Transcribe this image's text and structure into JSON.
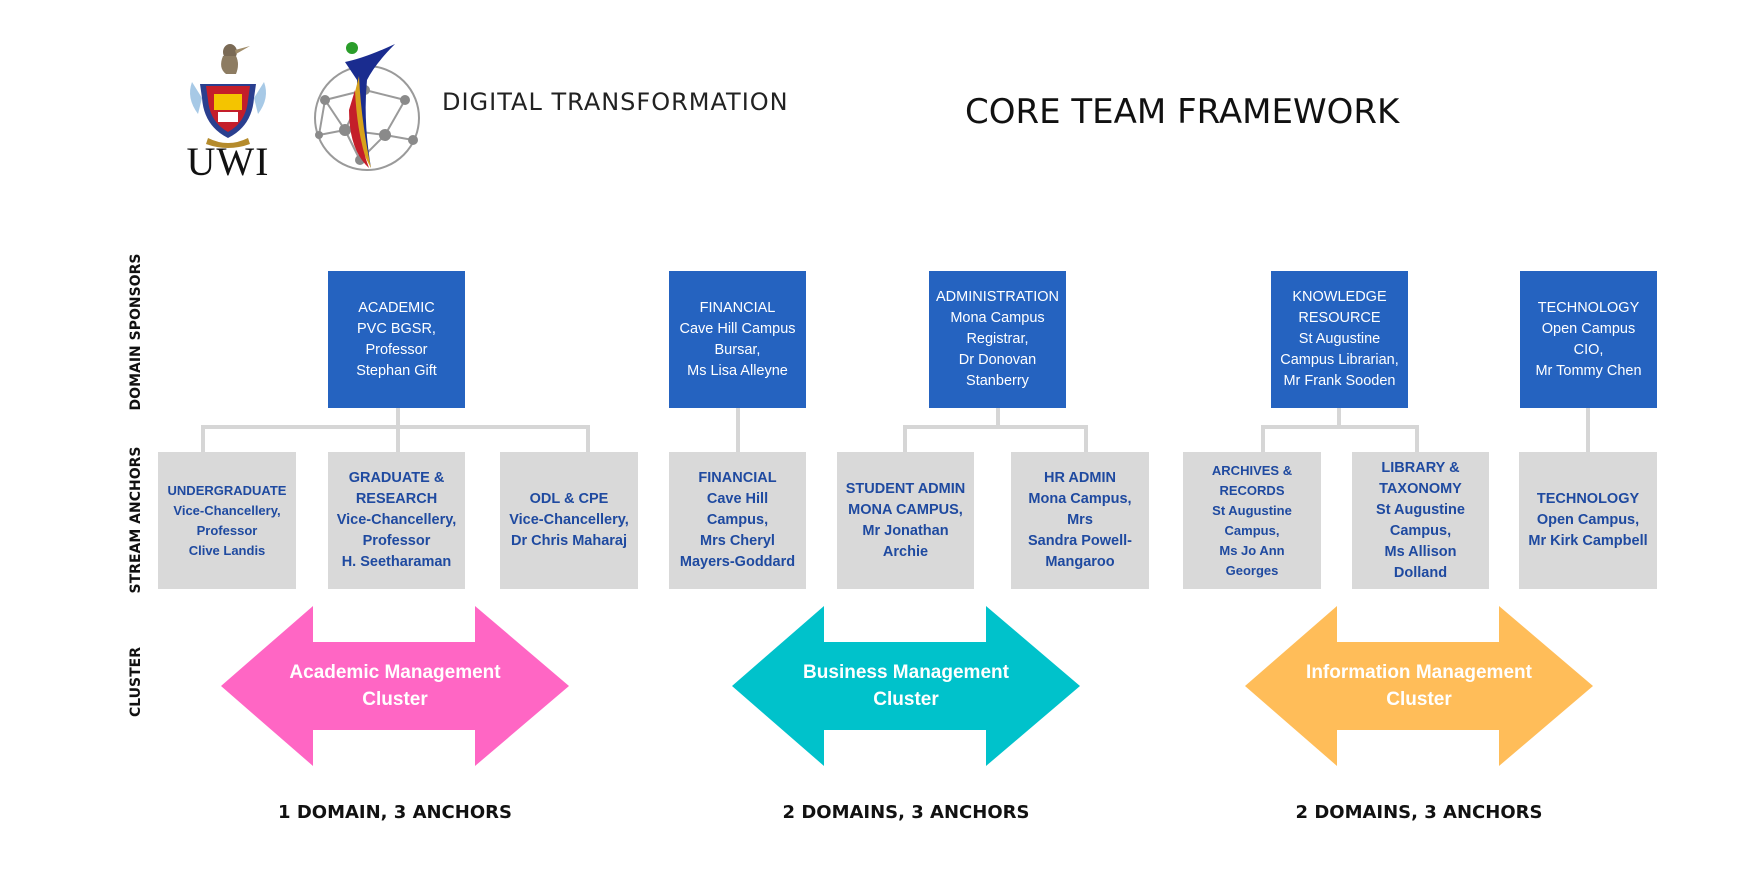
{
  "header": {
    "uwi_logo_text": "UWI",
    "dt_logo_text": "DIGITAL TRANSFORMATION",
    "title": "CORE TEAM FRAMEWORK"
  },
  "row_labels": {
    "sponsors": "DOMAIN SPONSORS",
    "anchors": "STREAM ANCHORS",
    "cluster": "CLUSTER"
  },
  "sponsors": [
    {
      "text": "ACADEMIC\nPVC BGSR,\nProfessor\nStephan Gift"
    },
    {
      "text": "FINANCIAL\nCave Hill Campus\nBursar,\nMs Lisa Alleyne"
    },
    {
      "text": "ADMINISTRATION\nMona Campus\nRegistrar,\nDr Donovan\nStanberry"
    },
    {
      "text": "KNOWLEDGE\nRESOURCE\nSt Augustine\nCampus Librarian,\nMr Frank Sooden"
    },
    {
      "text": "TECHNOLOGY\nOpen Campus\nCIO,\nMr Tommy Chen"
    }
  ],
  "anchors": [
    {
      "text": "UNDERGRADUATE\nVice-Chancellery,\nProfessor\nClive Landis"
    },
    {
      "text": "GRADUATE &\nRESEARCH\nVice-Chancellery,\nProfessor\nH. Seetharaman"
    },
    {
      "text": "ODL & CPE\nVice-Chancellery,\nDr Chris Maharaj"
    },
    {
      "text": "FINANCIAL\nCave Hill\nCampus,\nMrs Cheryl\nMayers-Goddard"
    },
    {
      "text": "STUDENT ADMIN\nMONA CAMPUS,\nMr Jonathan\nArchie"
    },
    {
      "text": "HR ADMIN\nMona Campus,\nMrs\nSandra Powell-\nMangaroo"
    },
    {
      "text": "ARCHIVES &\nRECORDS\nSt Augustine\nCampus,\nMs Jo Ann\nGeorges"
    },
    {
      "text": "LIBRARY &\nTAXONOMY\nSt Augustine\nCampus,\nMs Allison\nDolland"
    },
    {
      "text": "TECHNOLOGY\nOpen Campus,\nMr Kirk Campbell"
    }
  ],
  "clusters": [
    {
      "label": "Academic Management\nCluster",
      "color": "#ff66c4",
      "footer": "1 DOMAIN, 3 ANCHORS"
    },
    {
      "label": "Business Management\nCluster",
      "color": "#00c2cb",
      "footer": "2 DOMAINS, 3 ANCHORS"
    },
    {
      "label": "Information Management\nCluster",
      "color": "#ffbd59",
      "footer": "2 DOMAINS, 3 ANCHORS"
    }
  ],
  "colors": {
    "sponsor_bg": "#2563c0",
    "anchor_bg": "#d9d9d9",
    "anchor_text": "#1f4aa0",
    "connector": "#d6d6d6"
  }
}
